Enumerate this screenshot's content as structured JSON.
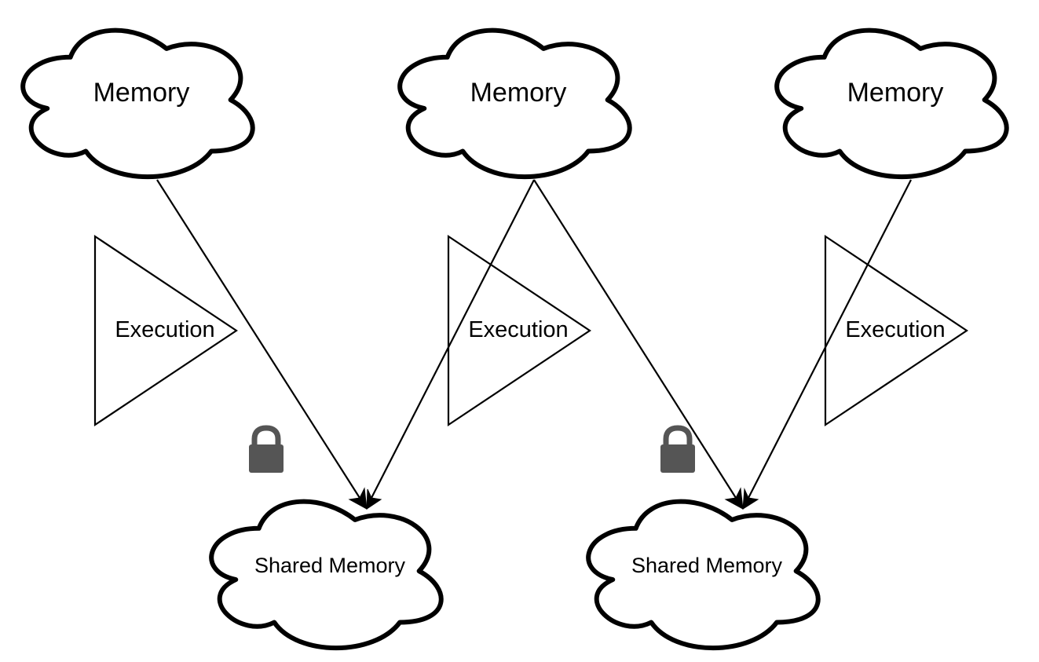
{
  "colors": {
    "stroke": "#000000",
    "fill": "#ffffff",
    "lock": "#555555"
  },
  "memory_clouds": [
    {
      "label": "Memory"
    },
    {
      "label": "Memory"
    },
    {
      "label": "Memory"
    }
  ],
  "execution_units": [
    {
      "label": "Execution"
    },
    {
      "label": "Execution"
    },
    {
      "label": "Execution"
    }
  ],
  "shared_memory_clouds": [
    {
      "label": "Shared Memory",
      "lock_icon": "lock-icon"
    },
    {
      "label": "Shared Memory",
      "lock_icon": "lock-icon"
    }
  ],
  "connections": [
    {
      "from": "memory-cloud-1",
      "to": "shared-memory-cloud-1"
    },
    {
      "from": "memory-cloud-2",
      "to": "shared-memory-cloud-1"
    },
    {
      "from": "memory-cloud-2",
      "to": "shared-memory-cloud-2"
    },
    {
      "from": "memory-cloud-3",
      "to": "shared-memory-cloud-2"
    }
  ]
}
